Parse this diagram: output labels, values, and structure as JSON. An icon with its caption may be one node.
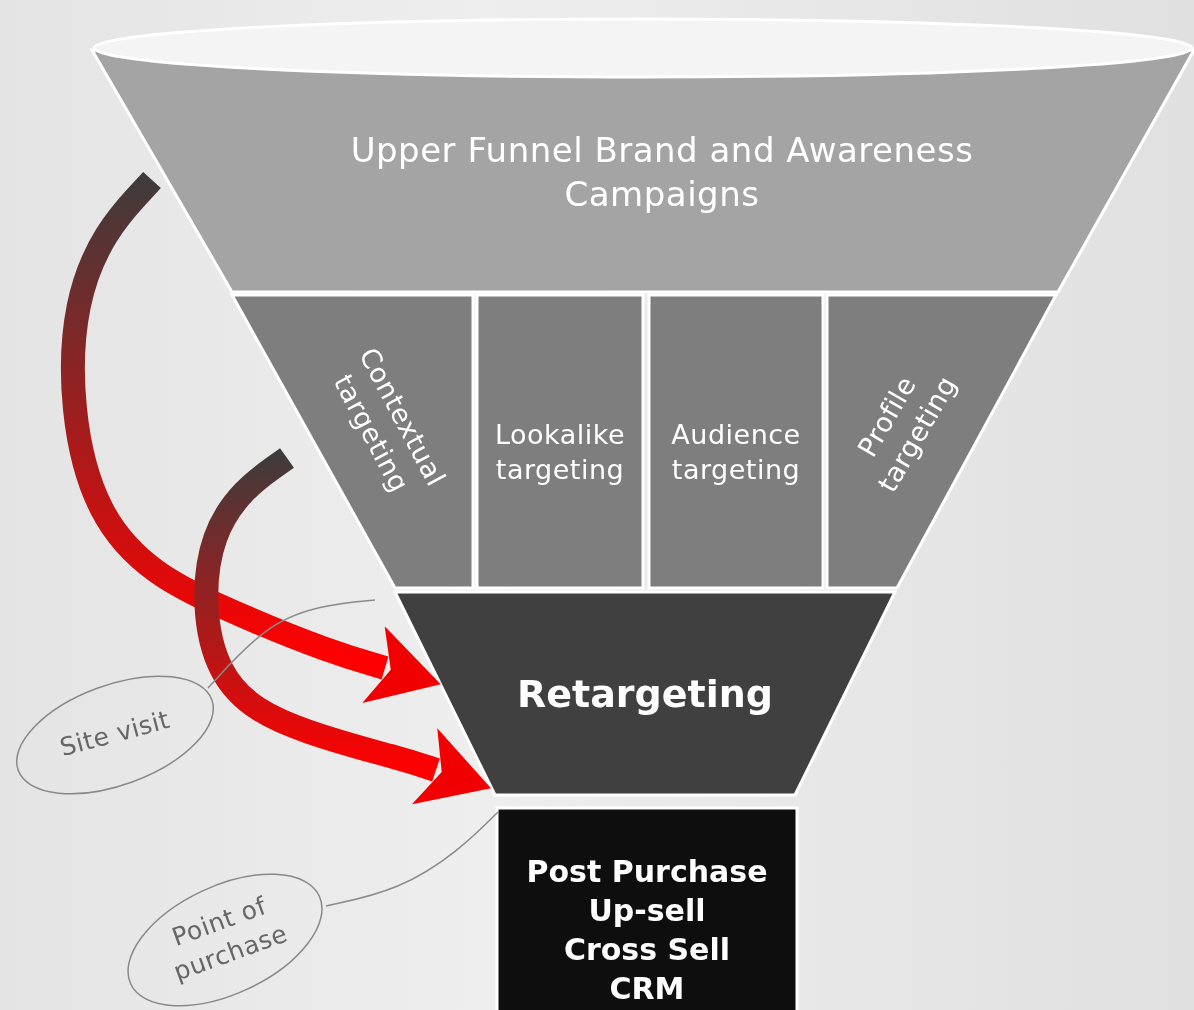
{
  "diagram": {
    "nodes": [
      {
        "text": [
          "Upper Funnel Brand and Awareness Campaigns"
        ]
      },
      {
        "text": [
          "Contextual targeting"
        ]
      },
      {
        "text": [
          "Lookalike targeting"
        ]
      },
      {
        "text": [
          "Audience targeting"
        ]
      },
      {
        "text": [
          "Profile targeting"
        ]
      },
      {
        "text": [
          "Retargeting"
        ]
      },
      {
        "text": [
          "Post Purchase",
          "Up-sell",
          "Cross Sell",
          "CRM"
        ]
      },
      {
        "text": [
          "Site visit"
        ]
      },
      {
        "text": [
          "Point of purchase"
        ]
      },
      {
        "text": [],
        "shape": "ellipse"
      }
    ],
    "edges": [
      {
        "from": 0,
        "to": 5,
        "arrow": "to"
      },
      {
        "from": 1,
        "to": 5,
        "arrow": "to"
      },
      {
        "from": 7,
        "to": null,
        "arrow": "none"
      },
      {
        "from": 8,
        "to": 6,
        "arrow": "none"
      }
    ]
  }
}
